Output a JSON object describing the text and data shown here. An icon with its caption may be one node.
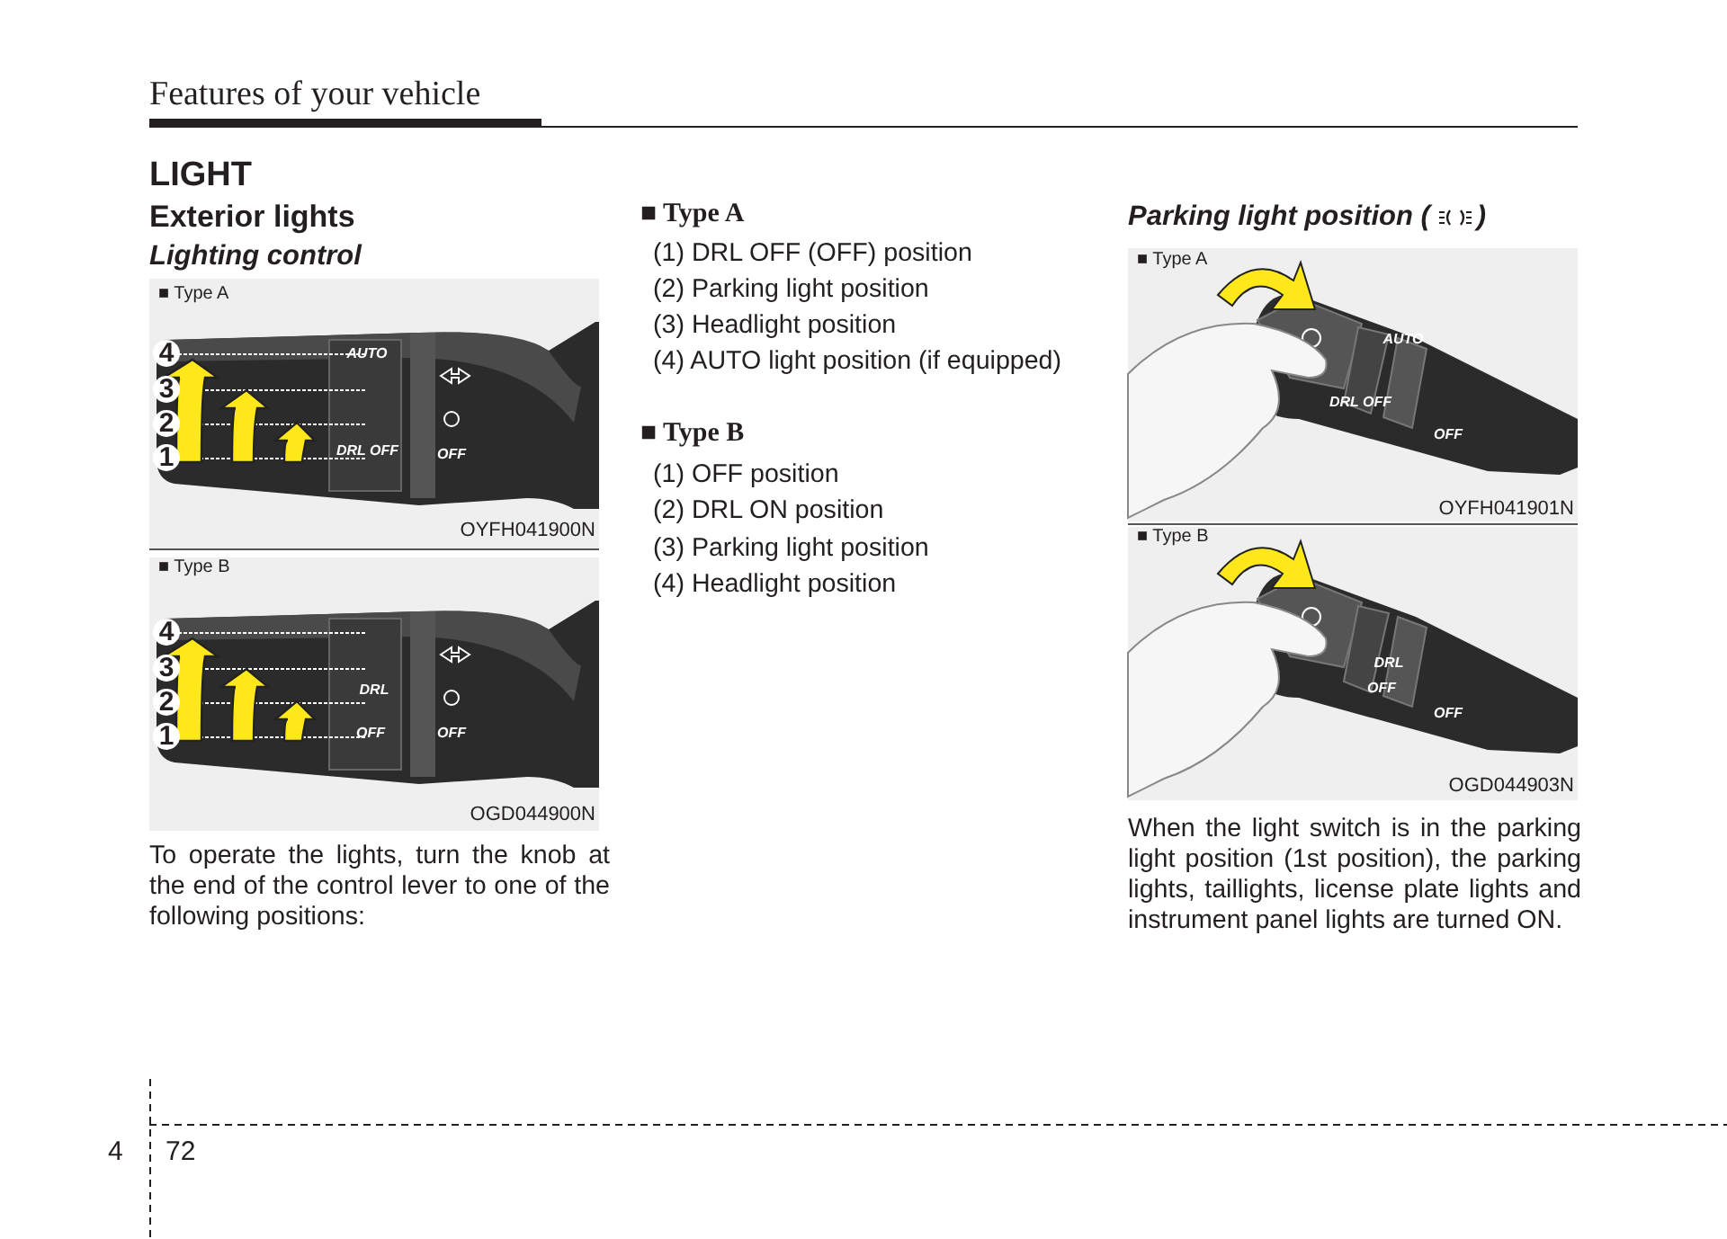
{
  "diagram": {
    "title": "Features of your vehicle",
    "labels": [
      "LIGHT",
      "Exterior lights",
      "Lighting control",
      "■ Type A",
      "4",
      "3",
      "2",
      "1",
      "AUTO",
      "DRL OFF",
      "OFF",
      "OYFH041900N",
      "■ Type B",
      "4",
      "3",
      "2",
      "1",
      "DRL",
      "OFF",
      "OFF",
      "OGD044900N",
      "To operate the lights, turn the knob at the end of the control lever to one of the following positions:",
      "■ Type A",
      "(1) DRL OFF (OFF) position",
      "(2) Parking light position",
      "(3) Headlight position",
      "(4) AUTO light position (if equipped)",
      "■ Type B",
      "(1) OFF position",
      "(2) DRL ON position",
      "(3) Parking light position",
      "(4) Headlight position",
      "Parking light position (",
      ")",
      "■ Type A",
      "AUTO",
      "DRL OFF",
      "OFF",
      "OYFH041901N",
      "■ Type B",
      "DRL",
      "OFF",
      "OFF",
      "OGD044903N",
      "When the light switch is in the parking light position (1st position), the parking lights, taillights, license plate lights and instrument panel lights are turned ON.",
      "4",
      "72"
    ]
  }
}
